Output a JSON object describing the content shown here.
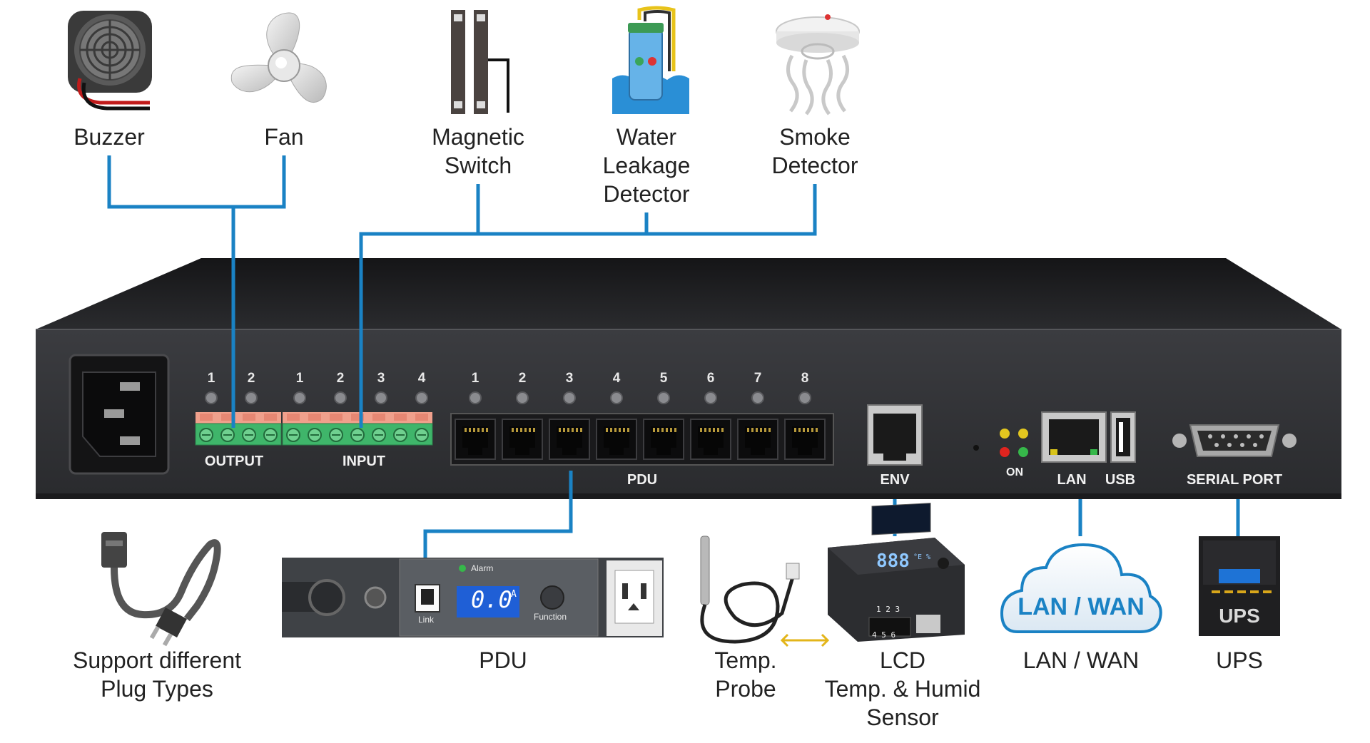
{
  "colors": {
    "connector": "#1a82c4",
    "chassis": "#2e2f33",
    "chassis_top": "#1c1c1e",
    "terminal_green": "#3fb56a",
    "terminal_pink": "#f0a08c",
    "lcd_blue": "#1f5fd6",
    "lan_cloud_text": "#1a82c4"
  },
  "sensors_top": [
    {
      "id": "buzzer",
      "label": [
        "Buzzer"
      ],
      "icon": "buzzer-icon"
    },
    {
      "id": "fan",
      "label": [
        "Fan"
      ],
      "icon": "fan-icon"
    },
    {
      "id": "magnetic",
      "label": [
        "Magnetic",
        "Switch"
      ],
      "icon": "magnetic-switch-icon"
    },
    {
      "id": "water",
      "label": [
        "Water",
        "Leakage",
        "Detector"
      ],
      "icon": "water-leak-icon"
    },
    {
      "id": "smoke",
      "label": [
        "Smoke",
        "Detector"
      ],
      "icon": "smoke-detector-icon"
    }
  ],
  "device": {
    "output_label": "OUTPUT",
    "input_label": "INPUT",
    "pdu_label": "PDU",
    "env_label": "ENV",
    "on_label": "ON",
    "lan_label": "LAN",
    "usb_label": "USB",
    "serial_label": "SERIAL PORT",
    "output_numbers": [
      "1",
      "2"
    ],
    "input_numbers": [
      "1",
      "2",
      "3",
      "4"
    ],
    "pdu_numbers": [
      "1",
      "2",
      "3",
      "4",
      "5",
      "6",
      "7",
      "8"
    ]
  },
  "peripherals_bottom": [
    {
      "id": "plug",
      "label": [
        "Support different",
        "Plug Types"
      ],
      "icon": "power-cord-icon"
    },
    {
      "id": "pdu",
      "label": [
        "PDU"
      ],
      "icon": "pdu-strip-icon"
    },
    {
      "id": "probe",
      "label": [
        "Temp.",
        "Probe"
      ],
      "icon": "temp-probe-icon"
    },
    {
      "id": "lcd",
      "label": [
        "LCD",
        "Temp. & Humid",
        "Sensor"
      ],
      "icon": "lcd-sensor-icon"
    },
    {
      "id": "lanwan",
      "label": [
        "LAN / WAN"
      ],
      "icon": "cloud-icon"
    },
    {
      "id": "ups",
      "label": [
        "UPS"
      ],
      "icon": "ups-icon"
    }
  ],
  "pdu_strip": {
    "alarm": "Alarm",
    "reading": "0.0",
    "unit": "A",
    "link": "Link",
    "function": "Function"
  },
  "lcd_sensor": {
    "reading": "888",
    "units": "°E %",
    "row_nums": "1 2 3",
    "row_nums2": "4 5 6"
  },
  "cloud_text": "LAN / WAN",
  "ups_text": "UPS"
}
